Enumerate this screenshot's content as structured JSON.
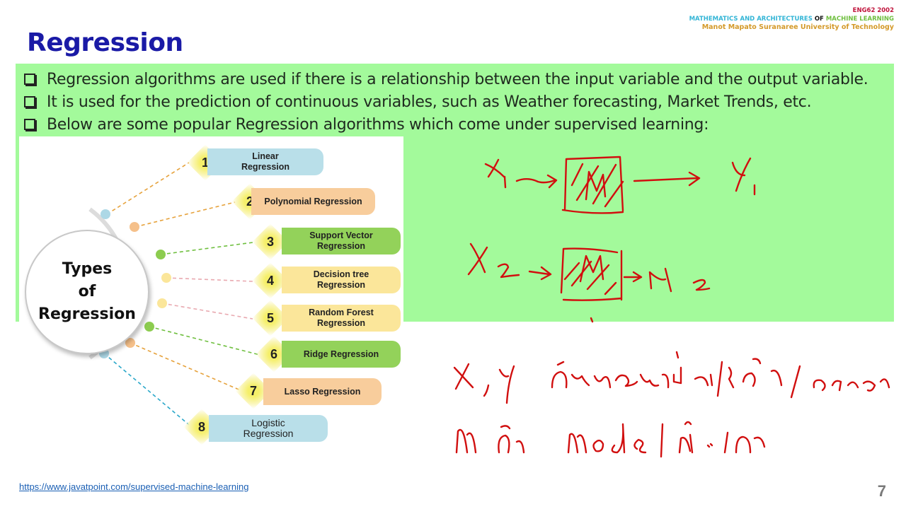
{
  "header": {
    "course_code": "ENG62 2002",
    "course_title_part1": "MATHEMATICS AND ARCHITECTURES",
    "course_title_of": "OF",
    "course_title_part2": "MACHINE LEARNING",
    "university": "Manot Mapato Suranaree University of Technology"
  },
  "slide": {
    "title": "Regression",
    "bullets": [
      "Regression algorithms are used if there is a relationship between the input variable and the output variable.",
      "It is used for the prediction of continuous variables, such as Weather forecasting, Market Trends, etc.",
      "Below are some popular Regression algorithms which come under supervised learning:"
    ],
    "page_number": "7",
    "source_link": "https://www.javatpoint.com/supervised-machine-learning"
  },
  "diagram": {
    "center_label_line1": "Types",
    "center_label_line2": "of",
    "center_label_line3": "Regression",
    "items": [
      {
        "num": "1",
        "line1": "Linear",
        "line2": "Regression",
        "color": "#b9dfe9"
      },
      {
        "num": "2",
        "line1": "Polynomial Regression",
        "line2": "",
        "color": "#f8cd9c"
      },
      {
        "num": "3",
        "line1": "Support Vector",
        "line2": "Regression",
        "color": "#93d25a"
      },
      {
        "num": "4",
        "line1": "Decision tree",
        "line2": "Regression",
        "color": "#fbe69a"
      },
      {
        "num": "5",
        "line1": "Random Forest",
        "line2": "Regression",
        "color": "#fbe69a"
      },
      {
        "num": "6",
        "line1": "Ridge Regression",
        "line2": "",
        "color": "#93d25a"
      },
      {
        "num": "7",
        "line1": "Lasso Regression",
        "line2": "",
        "color": "#f8cd9c"
      },
      {
        "num": "8",
        "line1": "Logistic",
        "line2": "Regression",
        "color": "#b9dfe9"
      }
    ]
  },
  "annotations": {
    "row1": {
      "input": "x1",
      "model": "M",
      "output": "y1"
    },
    "row2": {
      "input": "x2",
      "model": "M",
      "output": "y2"
    },
    "note_line1": "X, Y คือข้อมูลที่จะใช้ฝึกโมเดล",
    "note_line2": "M คือ model ที่จะได้",
    "ink_color": "#d10f0f"
  },
  "colors": {
    "title": "#1a1aa6",
    "highlight_box": "#a3fa9b",
    "link": "#1a5fb4"
  }
}
